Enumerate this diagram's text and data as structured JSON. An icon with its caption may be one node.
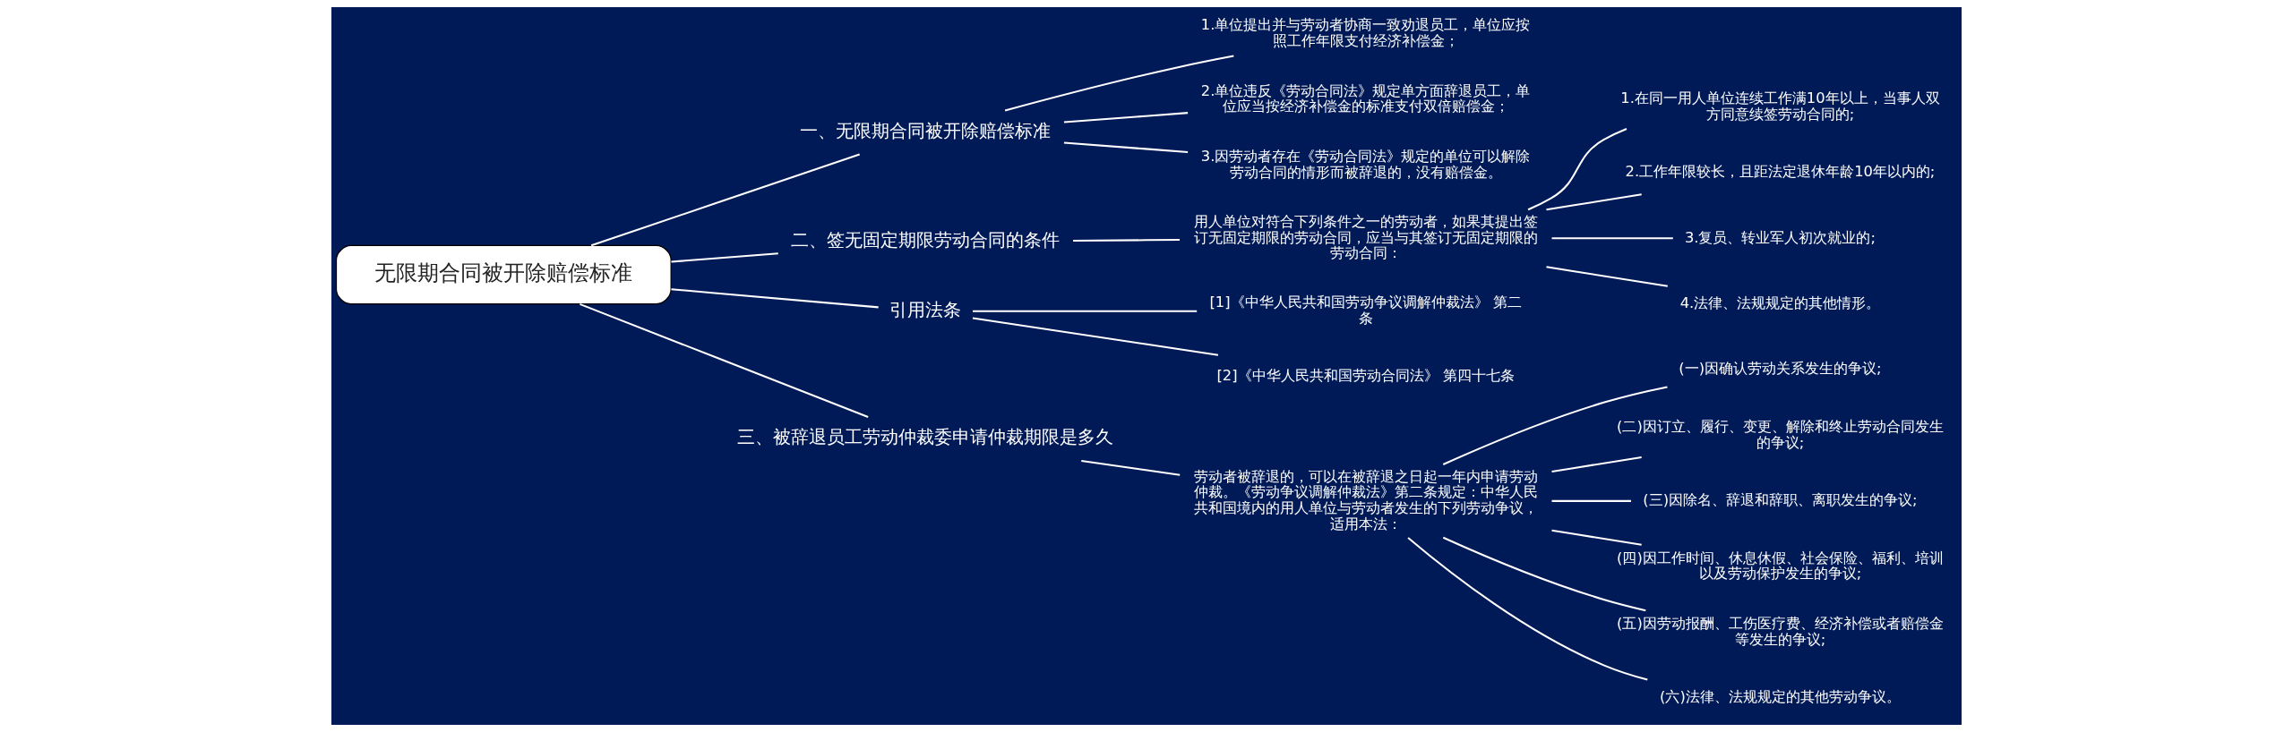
{
  "diagram": {
    "nodes": [
      {
        "text": [
          "无限期合同被开除赔偿标准"
        ]
      },
      {
        "text": [
          "一、无限期合同被开除赔偿标准"
        ]
      },
      {
        "text": [
          "1.单位提出并与劳动者协商一致劝退员工，单位应按照工作年限支付经济补偿金；"
        ]
      },
      {
        "text": [
          "2.单位违反《劳动合同法》规定单方面辞退员工，单位应当按经济补偿金的标准支付双倍赔偿金；"
        ]
      },
      {
        "text": [
          "3.因劳动者存在《劳动合同法》规定的单位可以解除劳动合同的情形而被辞退的，没有赔偿金。"
        ]
      },
      {
        "text": [
          "二、签无固定期限劳动合同的条件"
        ]
      },
      {
        "text": [
          "用人单位对符合下列条件之一的劳动者，如果其提出签订无固定期限的劳动合同，应当与其签订无固定期限的劳动合同："
        ]
      },
      {
        "text": [
          "1.在同一用人单位连续工作满10年以上，当事人双方同意续签劳动合同的;"
        ]
      },
      {
        "text": [
          "2.工作年限较长，且距法定退休年龄10年以内的;"
        ]
      },
      {
        "text": [
          "3.复员、转业军人初次就业的;"
        ]
      },
      {
        "text": [
          "4.法律、法规规定的其他情形。"
        ]
      },
      {
        "text": [
          "引用法条"
        ]
      },
      {
        "text": [
          "[1]《中华人民共和国劳动争议调解仲裁法》 第二条"
        ]
      },
      {
        "text": [
          "[2]《中华人民共和国劳动合同法》 第四十七条"
        ]
      },
      {
        "text": [
          "三、被辞退员工劳动仲裁委申请仲裁期限是多久"
        ]
      },
      {
        "text": [
          "劳动者被辞退的，可以在被辞退之日起一年内申请劳动仲裁。《劳动争议调解仲裁法》第二条规定：中华人民共和国境内的用人单位与劳动者发生的下列劳动争议，适用本法："
        ]
      },
      {
        "text": [
          "(一)因确认劳动关系发生的争议;"
        ]
      },
      {
        "text": [
          "(二)因订立、履行、变更、解除和终止劳动合同发生的争议;"
        ]
      },
      {
        "text": [
          "(三)因除名、辞退和辞职、离职发生的争议;"
        ]
      },
      {
        "text": [
          "(四)因工作时间、休息休假、社会保险、福利、培训以及劳动保护发生的争议;"
        ]
      },
      {
        "text": [
          "(五)因劳动报酬、工伤医疗费、经济补偿或者赔偿金等发生的争议;"
        ]
      },
      {
        "text": [
          "(六)法律、法规规定的其他劳动争议。"
        ]
      }
    ],
    "edges": [
      {
        "from": 0,
        "to": 1,
        "arrow": "none"
      },
      {
        "from": 1,
        "to": 2,
        "arrow": "none"
      },
      {
        "from": 1,
        "to": 3,
        "arrow": "none"
      },
      {
        "from": 1,
        "to": 4,
        "arrow": "none"
      },
      {
        "from": 0,
        "to": 5,
        "arrow": "none"
      },
      {
        "from": 5,
        "to": 6,
        "arrow": "none"
      },
      {
        "from": 6,
        "to": 7,
        "arrow": "none"
      },
      {
        "from": 6,
        "to": 8,
        "arrow": "none"
      },
      {
        "from": 6,
        "to": 9,
        "arrow": "none"
      },
      {
        "from": 6,
        "to": 10,
        "arrow": "none"
      },
      {
        "from": 0,
        "to": 11,
        "arrow": "none"
      },
      {
        "from": 11,
        "to": 12,
        "arrow": "none"
      },
      {
        "from": 11,
        "to": 13,
        "arrow": "none"
      },
      {
        "from": 0,
        "to": 14,
        "arrow": "none"
      },
      {
        "from": 14,
        "to": 15,
        "arrow": "none"
      },
      {
        "from": 15,
        "to": 16,
        "arrow": "none"
      },
      {
        "from": 15,
        "to": 17,
        "arrow": "none"
      },
      {
        "from": 15,
        "to": 18,
        "arrow": "none"
      },
      {
        "from": 15,
        "to": 19,
        "arrow": "none"
      },
      {
        "from": 15,
        "to": 20,
        "arrow": "none"
      },
      {
        "from": 15,
        "to": 21,
        "arrow": "none"
      }
    ]
  }
}
